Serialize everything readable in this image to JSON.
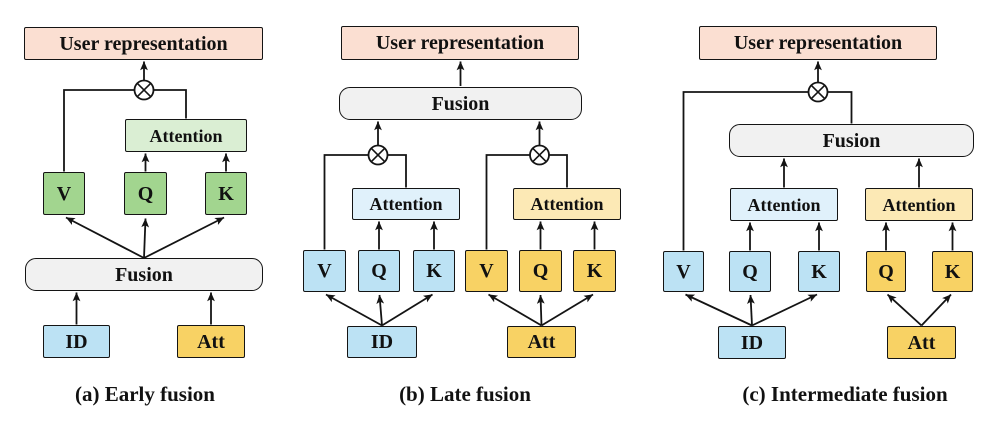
{
  "figure_title": "User representation fusion strategies diagram",
  "icons": {
    "otimes": "circled-times-multiplication-icon"
  },
  "colors": {
    "user_representation_fill": "#FBDFD2",
    "fusion_fill": "#F1F1F1",
    "green": "#A2D58F",
    "green_light": "#DAEED3",
    "blue": "#BCE2F4",
    "blue_light": "#E0F1FB",
    "yellow": "#F8D264",
    "yellow_light": "#FCE9B5",
    "line": "#141414"
  },
  "panel_a": {
    "caption": "(a) Early fusion",
    "user_representation": "User representation",
    "attention": "Attention",
    "v": "V",
    "q": "Q",
    "k": "K",
    "fusion": "Fusion",
    "id": "ID",
    "att": "Att"
  },
  "panel_b": {
    "caption": "(b) Late fusion",
    "user_representation": "User representation",
    "fusion": "Fusion",
    "attention_id": "Attention",
    "attention_att": "Attention",
    "id_v": "V",
    "id_q": "Q",
    "id_k": "K",
    "att_v": "V",
    "att_q": "Q",
    "att_k": "K",
    "id": "ID",
    "att": "Att"
  },
  "panel_c": {
    "caption": "(c) Intermediate fusion",
    "user_representation": "User representation",
    "fusion": "Fusion",
    "attention_id": "Attention",
    "attention_att": "Attention",
    "id_v": "V",
    "id_q": "Q",
    "id_k": "K",
    "att_q": "Q",
    "att_k": "K",
    "id": "ID",
    "att": "Att"
  }
}
